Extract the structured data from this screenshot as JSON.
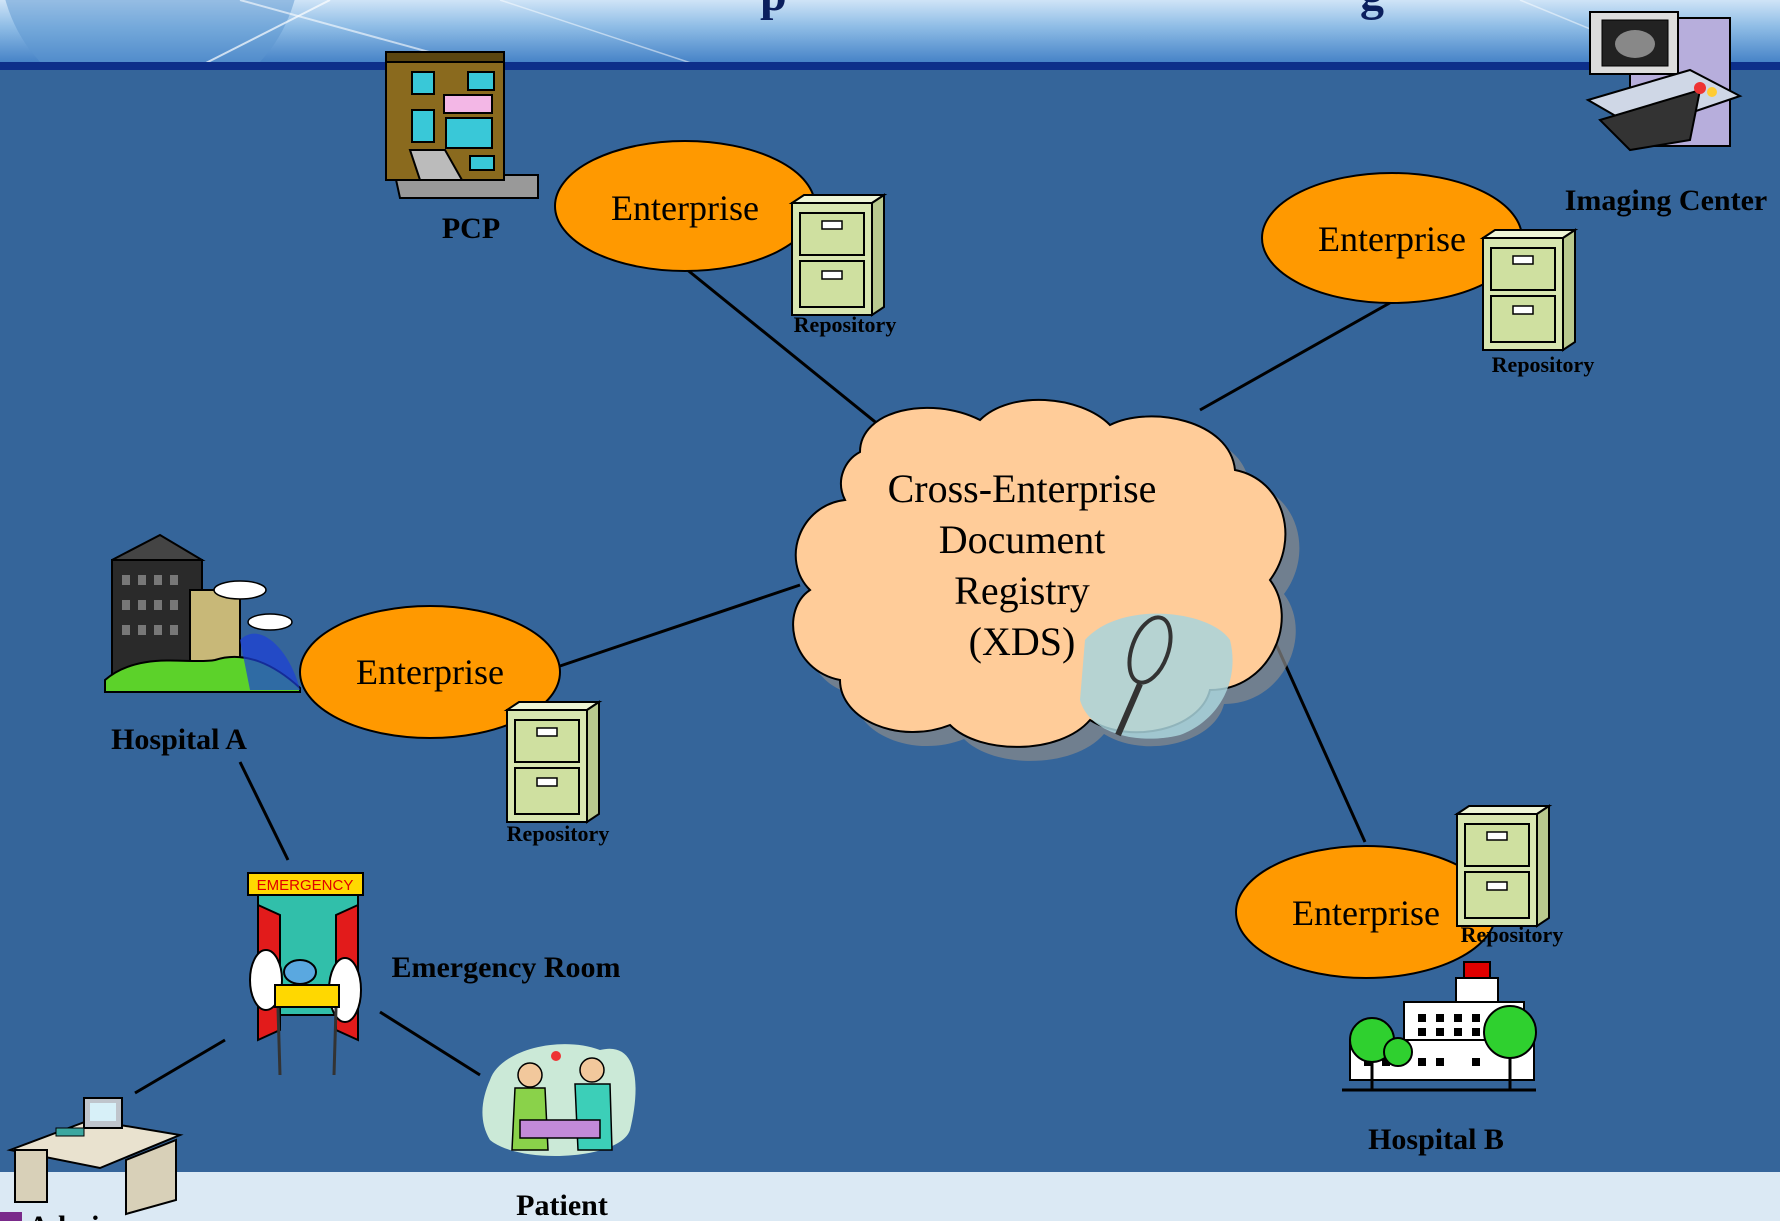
{
  "banner": {
    "title_fragment": "p",
    "title_fragment_right": "g"
  },
  "center": {
    "lines": [
      "Cross-Enterprise",
      "Document",
      "Registry",
      "(XDS)"
    ]
  },
  "enterprise_label": "Enterprise",
  "repository_label": "Repository",
  "sites": {
    "pcp": "PCP",
    "imaging_center": "Imaging Center",
    "hospital_a": "Hospital A",
    "hospital_b": "Hospital B",
    "emergency_room": "Emergency Room",
    "emergency_sign": "EMERGENCY",
    "patient": "Patient",
    "admin": "Admin"
  },
  "colors": {
    "background": "#35659a",
    "enterprise_fill": "#ff9900",
    "cloud_fill": "#ffcc99",
    "repository_fill": "#d8e6b0"
  }
}
